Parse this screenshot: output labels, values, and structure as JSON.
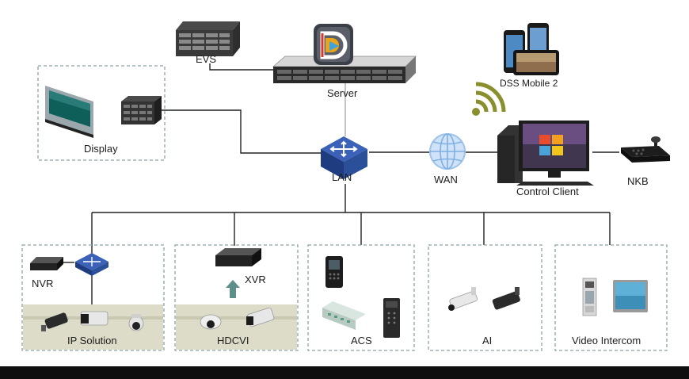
{
  "nodes": {
    "evs": "EVS",
    "server": "Server",
    "display": "Display",
    "lan": "LAN",
    "wan": "WAN",
    "dss_mobile": "DSS Mobile 2",
    "control_client": "Control Client",
    "nkb": "NKB",
    "nvr": "NVR",
    "xvr": "XVR",
    "ip_solution": "IP Solution",
    "hdcvi": "HDCVI",
    "acs": "ACS",
    "ai": "AI",
    "video_intercom": "Video Intercom"
  },
  "colors": {
    "line": "#222222",
    "dashed_border": "#8aa3a6",
    "switch_blue": "#2c4f9a",
    "wan_globe": "#9fc3ea",
    "wifi": "#8a8f2e",
    "ground": "#dcdcc8"
  },
  "icons": [
    "server-icon",
    "storage-icon",
    "video-wall-icon",
    "decoder-icon",
    "switch-icon",
    "globe-icon",
    "wifi-icon",
    "phone-icon",
    "monitor-icon",
    "keyboard-icon",
    "camera-icon",
    "access-control-icon",
    "intercom-icon"
  ]
}
